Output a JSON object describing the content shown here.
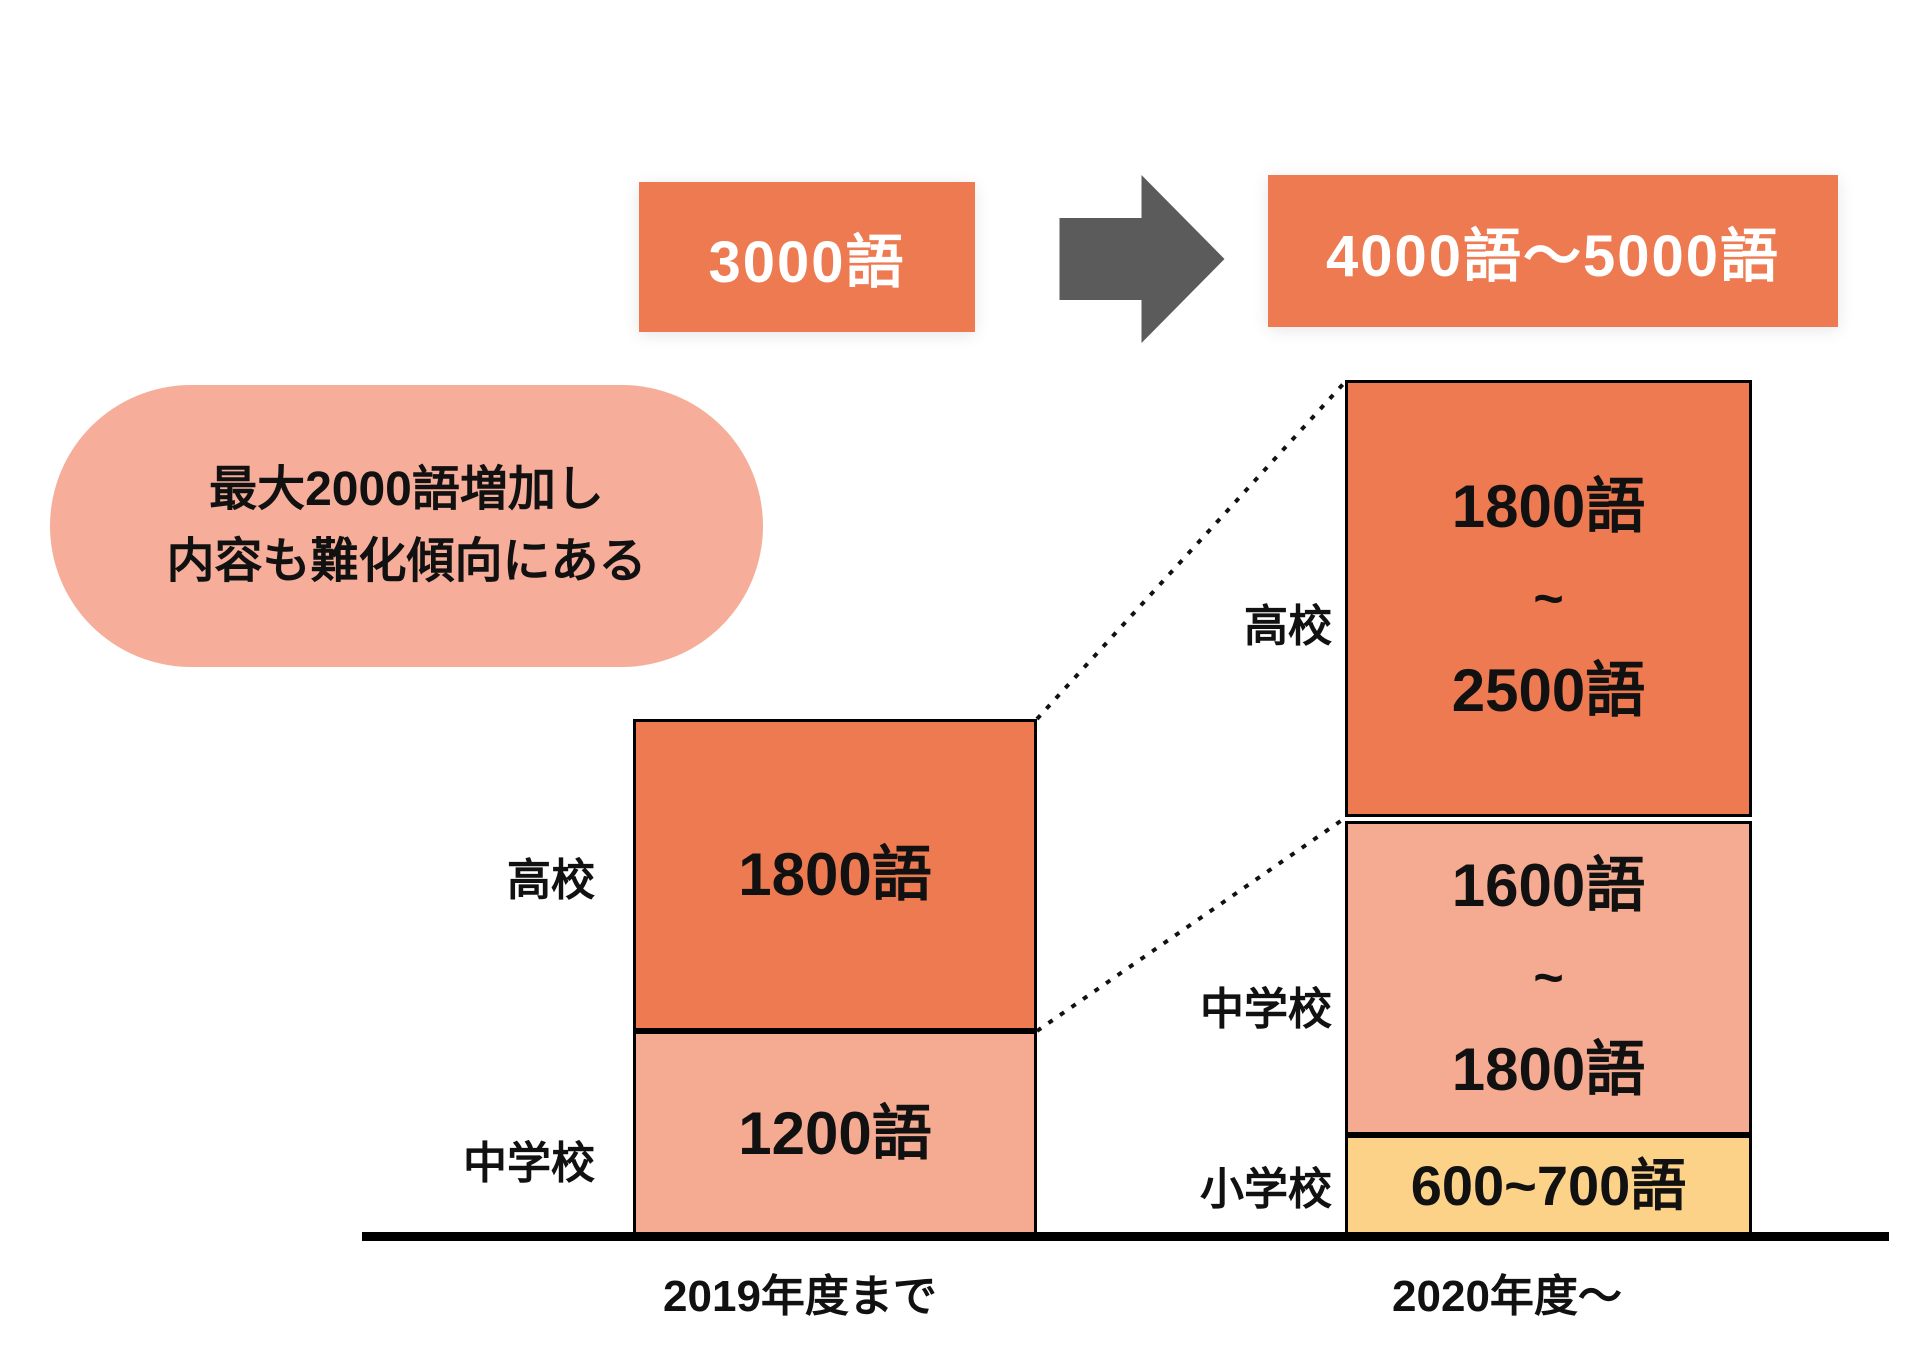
{
  "summary_flow": {
    "before_total": "3000語",
    "after_total": "4000語〜5000語"
  },
  "callout": {
    "line1": "最大2000語増加し",
    "line2": "内容も難化傾向にある"
  },
  "axis": {
    "before": "2019年度まで",
    "after": "2020年度〜"
  },
  "bars": {
    "before": {
      "segments": [
        {
          "school": "高校",
          "value": "1800語"
        },
        {
          "school": "中学校",
          "value": "1200語"
        }
      ]
    },
    "after": {
      "segments": [
        {
          "school": "高校",
          "lines": [
            "1800語",
            "~",
            "2500語"
          ]
        },
        {
          "school": "中学校",
          "lines": [
            "1600語",
            "~",
            "1800語"
          ]
        },
        {
          "school": "小学校",
          "lines": [
            "600~700語"
          ]
        }
      ]
    }
  },
  "colors": {
    "dark_orange": "#ED7A50",
    "salmon": "#F5AB91",
    "bubble_pink": "#F6AE9A",
    "yellow": "#FBD288",
    "arrow_gray": "#5B5B5B",
    "line_black": "#000000"
  },
  "chart_data": {
    "type": "bar",
    "subtype": "stacked_comparison",
    "categories": [
      "2019年度まで",
      "2020年度〜"
    ],
    "series": [
      {
        "name": "小学校",
        "values": [
          0,
          650
        ],
        "labels": [
          "",
          "600~700語"
        ]
      },
      {
        "name": "中学校",
        "values": [
          1200,
          1700
        ],
        "labels": [
          "1200語",
          "1600語~1800語"
        ]
      },
      {
        "name": "高校",
        "values": [
          1800,
          2150
        ],
        "labels": [
          "1800語",
          "1800語~2500語"
        ]
      }
    ],
    "totals": {
      "labels": [
        "3000語",
        "4000語〜5000語"
      ],
      "values": [
        3000,
        4500
      ]
    },
    "annotation": "最大2000語増加し内容も難化傾向にある",
    "unit": "語",
    "ylim": [
      0,
      5000
    ],
    "grid": false,
    "legend": "none"
  }
}
